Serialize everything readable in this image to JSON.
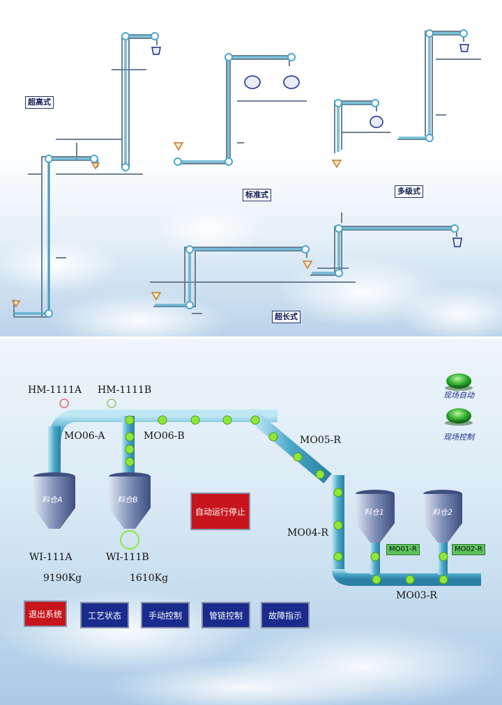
{
  "top": {
    "labels": {
      "super_high": "超高式",
      "standard": "标准式",
      "multi_stage": "多级式",
      "super_long": "超长式"
    }
  },
  "hmi": {
    "hm_a": "HM-1111A",
    "hm_b": "HM-1111B",
    "m006a": "MO06-A",
    "m006b": "MO06-B",
    "m005r": "MO05-R",
    "m004r": "MO04-R",
    "m003r": "MO03-R",
    "m001r": "MO01-R",
    "m002r": "MO02-R",
    "silo_a": "料仓A",
    "silo_b": "料仓B",
    "silo_1": "料仓1",
    "silo_2": "料仓2",
    "wi_a": "WI-111A",
    "wi_b": "WI-111B",
    "weight_a": "9190Kg",
    "weight_b": "1610Kg",
    "auto_stop": "自动运行停止",
    "status_auto": "现场自动",
    "status_control": "现场控制"
  },
  "buttons": [
    {
      "label": "退出系统",
      "color": "#c8141c"
    },
    {
      "label": "工艺状态",
      "color": "#1a2b8e"
    },
    {
      "label": "手动控制",
      "color": "#1a2b8e"
    },
    {
      "label": "管链控制",
      "color": "#1a2b8e"
    },
    {
      "label": "故障指示",
      "color": "#1a2b8e"
    }
  ],
  "colors": {
    "pipe": "#4aa7c8",
    "pipe_light": "#a9dcec",
    "indicator_green": "#8ee63a",
    "lamp_green": "#2fb02f"
  }
}
